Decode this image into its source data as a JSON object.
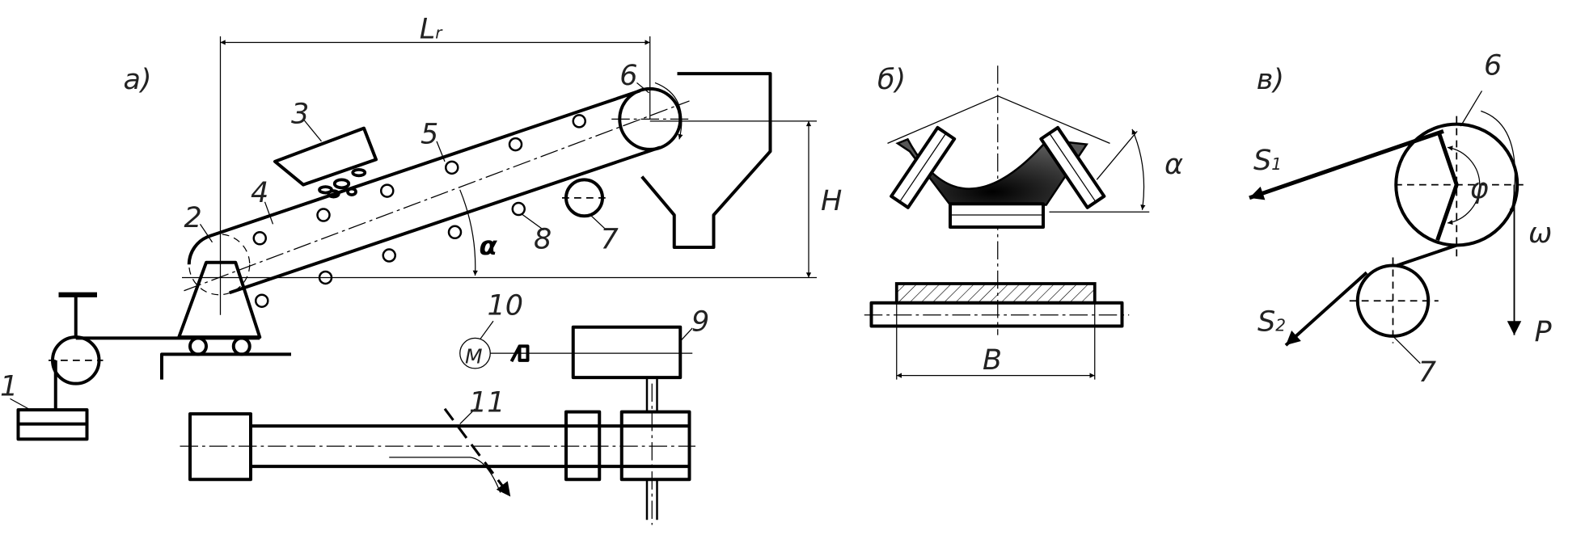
{
  "panels": {
    "a": "а)",
    "b": "б)",
    "v": "в)"
  },
  "labels": {
    "n1": "1",
    "n2": "2",
    "n3": "3",
    "n4": "4",
    "n5": "5",
    "n6": "6",
    "n7": "7",
    "n8": "8",
    "n9": "9",
    "n10": "10",
    "n11": "11",
    "motor": "M",
    "length_main": "L",
    "length_sub": "r",
    "height": "H",
    "alpha": "α",
    "width": "B",
    "s1_main": "S",
    "s1_sub": "1",
    "s2_main": "S",
    "s2_sub": "2",
    "force": "P",
    "phi": "φ",
    "omega": "ω",
    "pulley6": "6",
    "roller7": "7"
  }
}
